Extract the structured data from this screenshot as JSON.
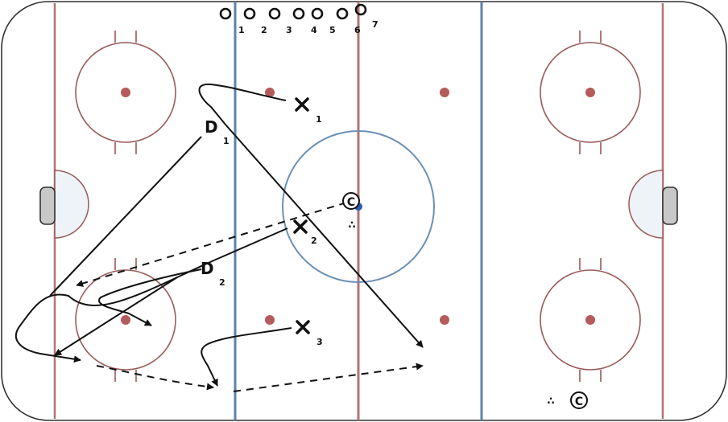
{
  "colors": {
    "boards": "#333333",
    "red_line": "#b07474",
    "blue_line": "#5b83a8",
    "circle": "#9a5a5a",
    "dot": "#b55a5a",
    "center_circle": "#6a90b5",
    "crease_fill": "#eef3f8",
    "net_fill": "#c8c8c8",
    "play": "#111111",
    "puck": "#2a5db0"
  },
  "queue": {
    "players": [
      {
        "label": "1"
      },
      {
        "label": "2"
      },
      {
        "label": "3"
      },
      {
        "label": "4"
      },
      {
        "label": "5"
      },
      {
        "label": "6"
      },
      {
        "label": "7"
      }
    ]
  },
  "forwards": [
    {
      "label": "1"
    },
    {
      "label": "2"
    },
    {
      "label": "3"
    }
  ],
  "defense": [
    {
      "symbol": "D",
      "label": "1"
    },
    {
      "symbol": "D",
      "label": "2"
    }
  ],
  "coaches": [
    {
      "symbol": "C"
    },
    {
      "symbol": "C"
    }
  ],
  "puck_dots": "∴"
}
